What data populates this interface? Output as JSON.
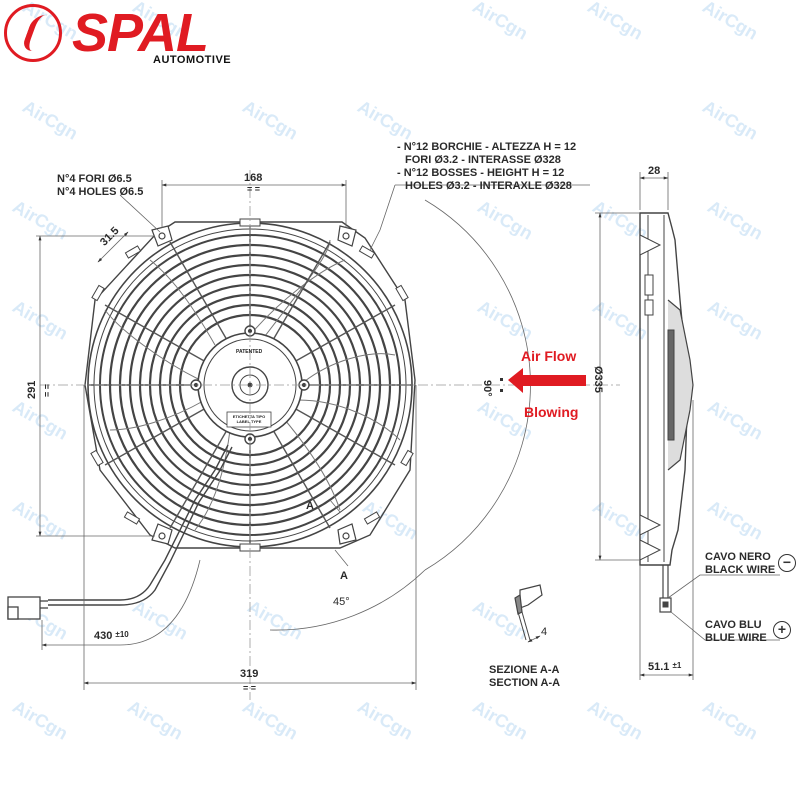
{
  "brand": {
    "name": "SPAL",
    "subtitle": "AUTOMOTIVE",
    "color": "#e01b22"
  },
  "watermark": {
    "text": "AirCgn",
    "color": "#a8d0ee"
  },
  "front_view": {
    "holes_label_it": "N°4 FORI Ø6.5",
    "holes_label_en": "N°4 HOLES Ø6.5",
    "bosses_label": [
      "- N°12 BORCHIE - ALTEZZA H = 12",
      "FORI Ø3.2 - INTERASSE Ø328",
      "- N°12 BOSSES - HEIGHT H = 12",
      "HOLES Ø3.2 - INTERAXLE Ø328"
    ],
    "dim_top": "168",
    "dim_top_marker": "= =",
    "dim_diagonal": "31.5",
    "dim_left": "291",
    "dim_left_marker": "= =",
    "dim_bottom": "319",
    "dim_bottom_marker": "= =",
    "cable_length": "430",
    "cable_tolerance": "±10",
    "angle_upper": "90°",
    "angle_lower": "45°",
    "section_marker": "A",
    "hub_text_top": "PATENTED",
    "hub_label_line1": "ETICHETTA TIPO",
    "hub_label_line2": "LABEL TYPE"
  },
  "airflow": {
    "title": "Air Flow",
    "mode": "Blowing",
    "arrow_color": "#e01b22"
  },
  "side_view": {
    "dim_depth": "28",
    "dim_diameter": "Ø335",
    "dim_total_depth": "51.1",
    "dim_total_tolerance": "±1",
    "black_wire_it": "CAVO NERO",
    "black_wire_en": "BLACK WIRE",
    "black_wire_sign": "−",
    "blue_wire_it": "CAVO BLU",
    "blue_wire_en": "BLUE WIRE",
    "blue_wire_sign": "+"
  },
  "section": {
    "dim": "4",
    "label_it": "SEZIONE A-A",
    "label_en": "SECTION A-A"
  }
}
